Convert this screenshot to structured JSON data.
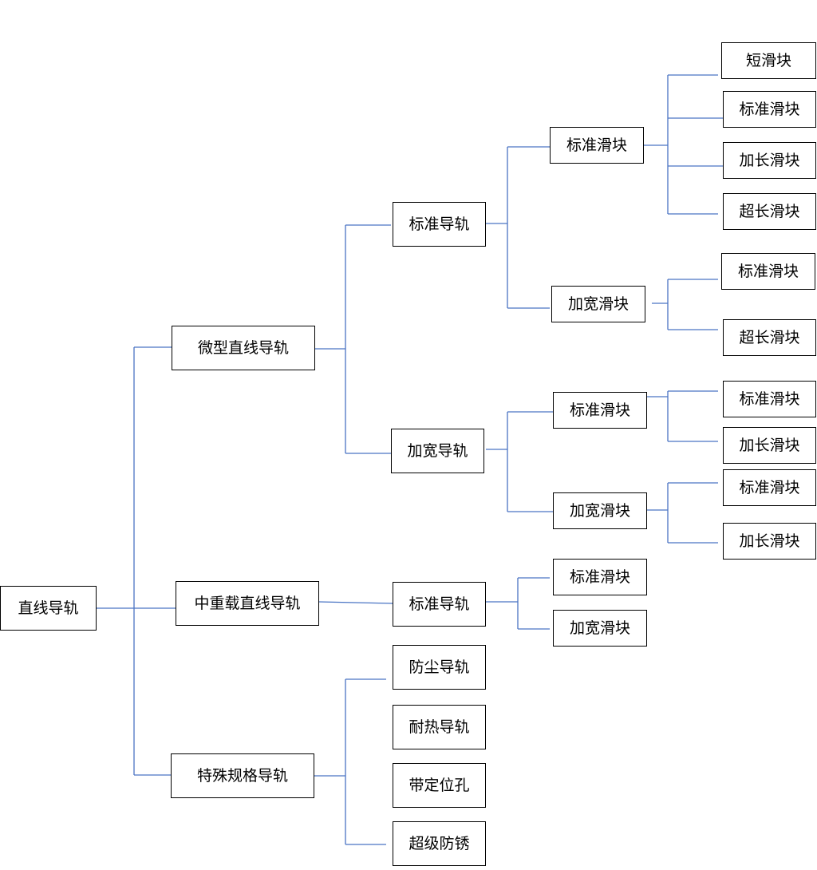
{
  "tree": {
    "root": "直线导轨",
    "miniature": {
      "label": "微型直线导轨",
      "standard_rail": {
        "label": "标准导轨",
        "standard_block": {
          "label": "标准滑块",
          "children": [
            "短滑块",
            "标准滑块",
            "加长滑块",
            "超长滑块"
          ]
        },
        "wide_block": {
          "label": "加宽滑块",
          "children": [
            "标准滑块",
            "超长滑块"
          ]
        }
      },
      "wide_rail": {
        "label": "加宽导轨",
        "standard_block": {
          "label": "标准滑块",
          "children": [
            "标准滑块",
            "加长滑块"
          ]
        },
        "wide_block": {
          "label": "加宽滑块",
          "children": [
            "标准滑块",
            "加长滑块"
          ]
        }
      }
    },
    "heavy": {
      "label": "中重载直线导轨",
      "standard_rail": {
        "label": "标准导轨",
        "children": [
          "标准滑块",
          "加宽滑块"
        ]
      }
    },
    "special": {
      "label": "特殊规格导轨",
      "children": [
        "防尘导轨",
        "耐热导轨",
        "带定位孔",
        "超级防锈"
      ]
    }
  }
}
